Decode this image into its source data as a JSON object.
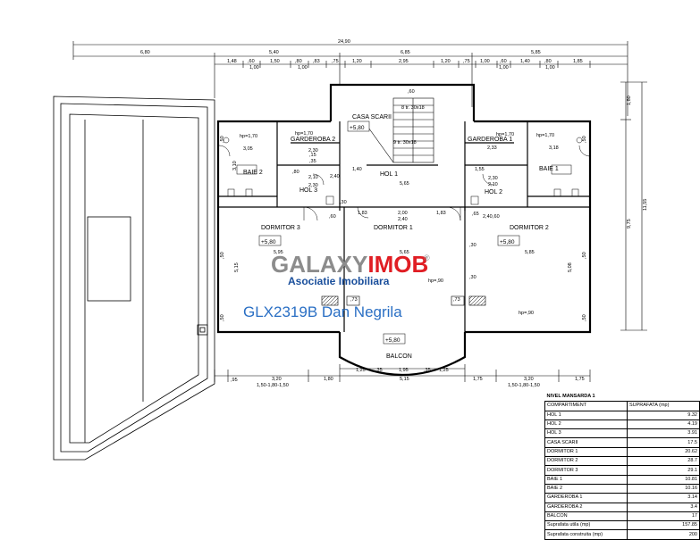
{
  "dimensions": {
    "overall_width": "24,90",
    "top_row1": [
      "6,80",
      "5,40",
      "6,85",
      "5,85"
    ],
    "top_row2": [
      "1,48",
      ",60",
      "1,50",
      ",80",
      ",83",
      ",75",
      "1,20",
      "2,95",
      "1,20",
      ",75",
      "1,00",
      ",60",
      "1,40",
      ",80",
      "1,85"
    ],
    "top_row2_sub": [
      "1,00",
      "1,00",
      "1,00",
      "1,00"
    ],
    "right": [
      "1,80",
      "9,75",
      "11,55"
    ],
    "bottom": [
      ",95",
      "3,20",
      "1,80",
      "5,15",
      "1,75",
      "3,20",
      "1,75"
    ],
    "bottom_sub": [
      "1,50-1,80-1,50",
      "1,50-1,80-1,50"
    ],
    "bottom_balcony": [
      "1,25",
      ",35",
      "1,95",
      ",35",
      "1,25"
    ],
    "interior": [
      ",60",
      "3,05",
      "3,10",
      "2,30",
      ",35",
      ",80",
      "2,10",
      "2,30",
      "2,40",
      ",15",
      "1,40",
      "5,65",
      "1,55",
      "2,33",
      "2,10",
      "2,40",
      "3,18",
      "2,30",
      ",60",
      ",30",
      "1,83",
      "2,00",
      "2,40",
      "1,83",
      ",65",
      ",60",
      ",30",
      "5,15",
      "5,95",
      "5,65",
      "5,08",
      "5,85",
      ",30",
      ",73",
      ",73",
      ",50",
      ",50",
      ",50",
      ",50",
      ",50",
      ",50"
    ]
  },
  "rooms": {
    "casa_scarii": "CASA SCARII",
    "garderoba_2": "GARDEROBA 2",
    "garderoba_1": "GARDEROBA 1",
    "baie_2": "BAIE 2",
    "baie_1": "BAIE 1",
    "hol_1": "HOL 1",
    "hol_2": "HOL 2",
    "hol_3": "HOL 3",
    "dormitor_3": "DORMITOR 3",
    "dormitor_1": "DORMITOR 1",
    "dormitor_2": "DORMITOR 2",
    "balcon": "BALCON"
  },
  "annotations": {
    "stairs_upper": "8 tr. 30x18",
    "stairs_lower": "9 tr. 30x18",
    "hp_g2": "hp=1,70",
    "hp_g1": "hp=1,70",
    "hp_b2": "hp=1,70",
    "hp_b1": "hp=1,70",
    "hp_d1": "hp=,90",
    "hp_d2": "hp=,90"
  },
  "levels": {
    "casa_scarii": "+5,80",
    "dormitor_3": "+5,80",
    "dormitor_2": "+5,80",
    "balcon": "+5,80"
  },
  "watermark": {
    "brand": "GALAXYIMOB",
    "brand_mark": "®",
    "tagline": "Asociatie Imobiliara",
    "listing": "GLX2319B Dan Negrila"
  },
  "colors": {
    "brand_gray": "#8c8c8c",
    "brand_red": "#e01e24",
    "tagline_blue": "#1a4f9c",
    "listing_blue": "#2a6fc4"
  },
  "area_table": {
    "title": "NIVEL MANSARDA 1",
    "header": [
      "COMPARTIMENT",
      "SUPRAFATA (mp)"
    ],
    "rows": [
      [
        "HOL 1",
        "9.32"
      ],
      [
        "HOL 2",
        "4.19"
      ],
      [
        "HOL 3",
        "3.91"
      ],
      [
        "CASA SCARII",
        "17.5"
      ],
      [
        "DORMITOR 1",
        "20.62"
      ],
      [
        "DORMITOR 2",
        "28.7"
      ],
      [
        "DORMITOR 3",
        "29.1"
      ],
      [
        "BAIE 1",
        "10.81"
      ],
      [
        "BAIE 2",
        "10.16"
      ],
      [
        "GARDEROBA 1",
        "3.14"
      ],
      [
        "GARDEROBA 2",
        "3.4"
      ],
      [
        "BALCON",
        "17"
      ],
      [
        "Suprafata utila  (mp)",
        "157.85"
      ],
      [
        "Suprafata construita  (mp)",
        "200"
      ]
    ]
  }
}
